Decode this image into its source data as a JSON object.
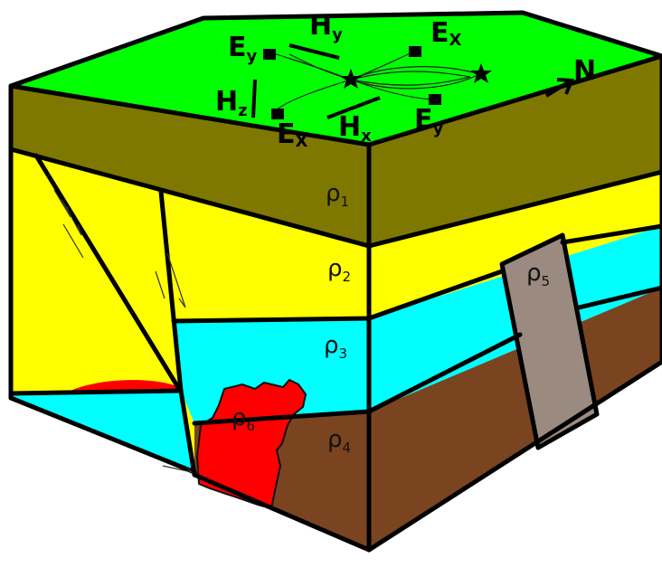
{
  "diagram": {
    "layers": [
      {
        "symbol": "ρ",
        "sub": "1"
      },
      {
        "symbol": "ρ",
        "sub": "2"
      },
      {
        "symbol": "ρ",
        "sub": "3"
      },
      {
        "symbol": "ρ",
        "sub": "4"
      },
      {
        "symbol": "ρ",
        "sub": "5"
      },
      {
        "symbol": "ρ",
        "sub": "6"
      }
    ],
    "sensors": {
      "ey_top": {
        "main": "E",
        "sub": "y"
      },
      "hy": {
        "main": "H",
        "sub": "y"
      },
      "ex_top": {
        "main": "E",
        "sub": "X"
      },
      "hz": {
        "main": "H",
        "sub": "z"
      },
      "ex_bottom": {
        "main": "E",
        "sub": "X"
      },
      "hx": {
        "main": "H",
        "sub": "x"
      },
      "ey_bottom": {
        "main": "E",
        "sub": "y"
      }
    },
    "north_label": "N",
    "colors": {
      "surface": "#00ff00",
      "rho1": "#7f7800",
      "rho2": "#ffff00",
      "rho3": "#00ffff",
      "rho4": "#7a4420",
      "rho5": "#9a8a7f",
      "rho6": "#ff0000",
      "outline": "#000000"
    }
  }
}
